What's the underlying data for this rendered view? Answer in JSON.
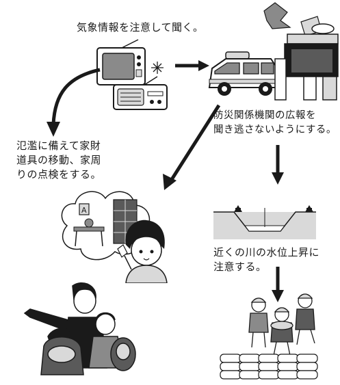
{
  "steps": {
    "weather_info": "気象情報を注意して聞く。",
    "public_address": "防災関係機関の広報を\n聞き逃さないようにする。",
    "household_check": "氾濫に備えて家財\n道具の移動、家周\nりの点検をする。",
    "river_level": "近くの川の水位上昇に\n注意する。"
  },
  "icons": {
    "radio": "radio-tv-icon",
    "vehicle": "pa-vehicle-icon",
    "siren": "siren-building-icon",
    "home": "home-interior-icon",
    "woman": "woman-pointing-icon",
    "river": "river-cross-section-icon",
    "workers": "flood-workers-icon",
    "sandbags": "sandbags-icon",
    "family": "evacuating-family-icon"
  },
  "colors": {
    "line": "#1a1a1a",
    "gray": "#8a8a8a",
    "light": "#d9d9d9"
  }
}
